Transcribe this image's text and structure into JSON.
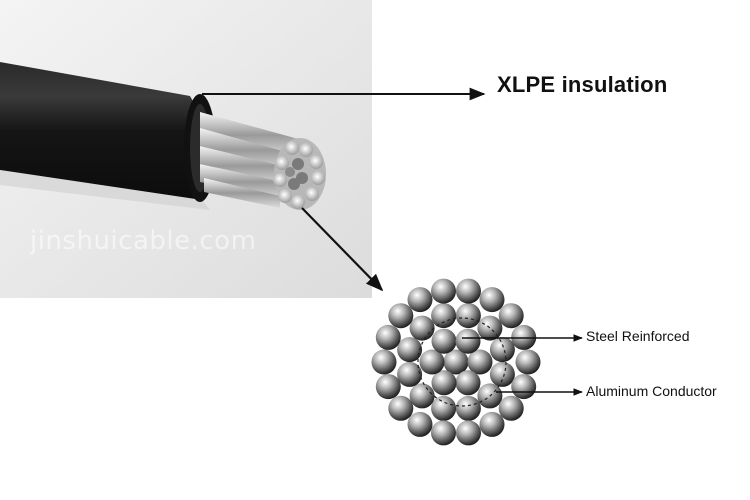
{
  "labels": {
    "insulation": "XLPE insulation",
    "steel": "Steel Reinforced",
    "aluminum": "Aluminum Conductor"
  },
  "photo": {
    "watermark": "jinshuicable.com"
  },
  "colors": {
    "jacket": "#1b1b1b",
    "background": "#ececec",
    "arrow": "#111111",
    "steel_ring": "#222222"
  }
}
